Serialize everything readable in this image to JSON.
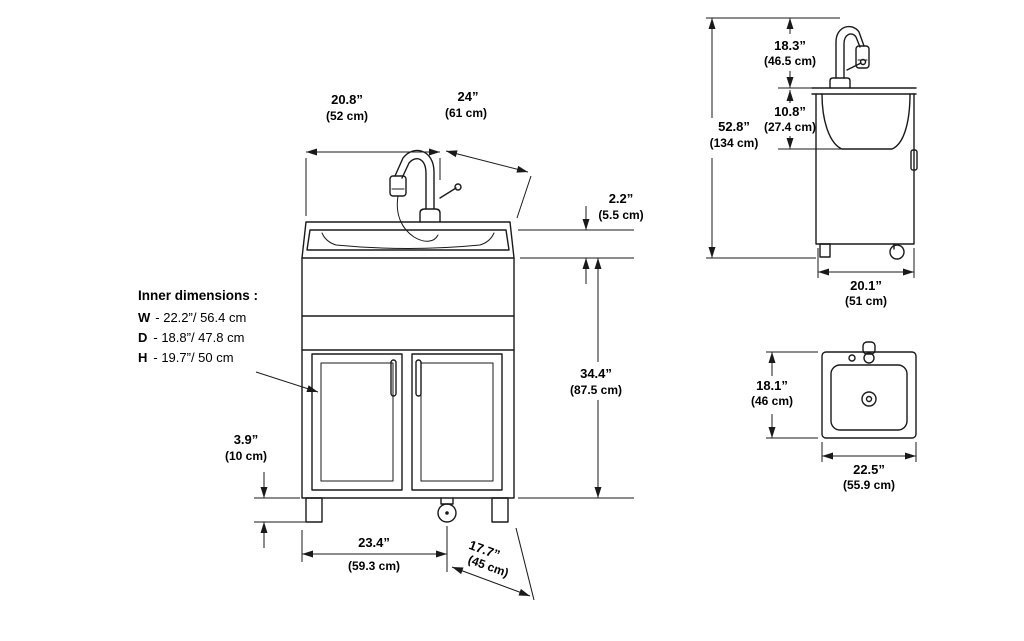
{
  "colors": {
    "line": "#1a1a1a",
    "text": "#000000",
    "background": "#ffffff"
  },
  "front_view": {
    "dim_top_depth": {
      "in": "20.8”",
      "cm": "(52 cm)"
    },
    "dim_top_width": {
      "in": "24”",
      "cm": "(61 cm)"
    },
    "dim_rim_height": {
      "in": "2.2”",
      "cm": "(5.5 cm)"
    },
    "dim_cabinet_height": {
      "in": "34.4”",
      "cm": "(87.5 cm)"
    },
    "dim_leg_height": {
      "in": "3.9”",
      "cm": "(10 cm)"
    },
    "dim_bottom_width": {
      "in": "23.4”",
      "cm": "(59.3 cm)"
    },
    "dim_bottom_depth": {
      "in": "17.7”",
      "cm": "(45 cm)"
    },
    "inner_dimensions": {
      "title": "Inner dimensions :",
      "width_label": "W",
      "width_value": "- 22.2”/ 56.4 cm",
      "depth_label": "D",
      "depth_value": "- 18.8”/ 47.8 cm",
      "height_label": "H",
      "height_value": "- 19.7”/ 50 cm"
    }
  },
  "side_view": {
    "dim_faucet_height": {
      "in": "18.3”",
      "cm": "(46.5 cm)"
    },
    "dim_overall_height": {
      "in": "52.8”",
      "cm": "(134 cm)"
    },
    "dim_basin_depth": {
      "in": "10.8”",
      "cm": "(27.4 cm)"
    },
    "dim_depth": {
      "in": "20.1”",
      "cm": "(51 cm)"
    }
  },
  "top_view": {
    "dim_depth": {
      "in": "18.1”",
      "cm": "(46 cm)"
    },
    "dim_width": {
      "in": "22.5”",
      "cm": "(55.9 cm)"
    }
  }
}
